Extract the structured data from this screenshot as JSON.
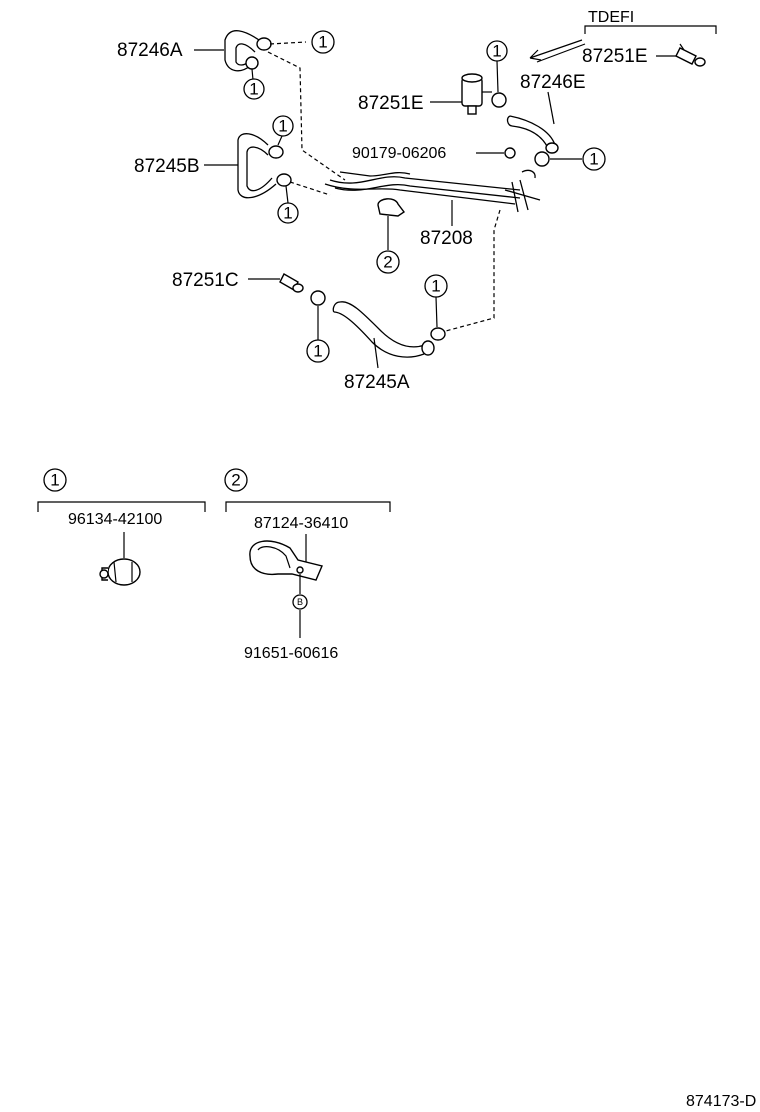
{
  "labels": {
    "p87246A": "87246A",
    "p87245B": "87245B",
    "p87251E_top": "87251E",
    "p87251E_mid": "87251E",
    "p87246E": "87246E",
    "p90179": "90179-06206",
    "p87208": "87208",
    "p87251C": "87251C",
    "p87245A": "87245A",
    "tdefi": "TDEFI",
    "p96134": "96134-42100",
    "p87124": "87124-36410",
    "p91651": "91651-60616",
    "diagram_id": "874173-D"
  },
  "callouts": {
    "one": "1",
    "two": "2",
    "b": "B"
  }
}
